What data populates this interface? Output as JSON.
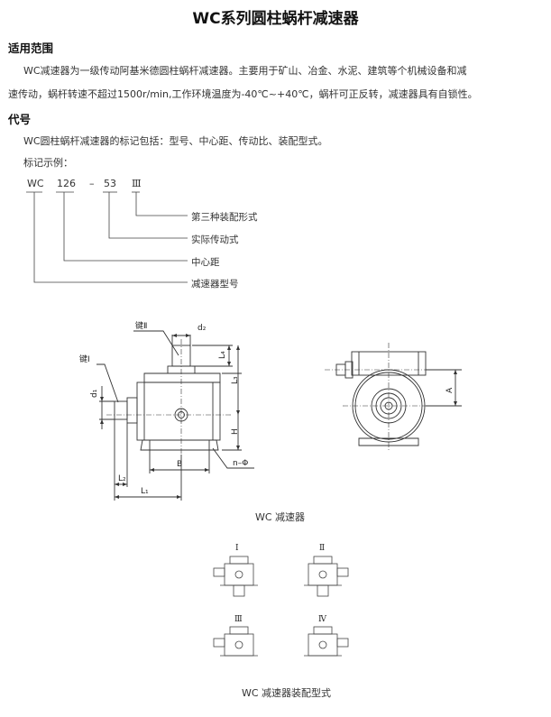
{
  "title": "WC系列圆柱蜗杆减速器",
  "section_scope": {
    "heading": "适用范围",
    "line1": "WC减速器为一级传动阿基米德圆柱蜗杆减速器。主要用于矿山、冶金、水泥、建筑等个机械设备和减",
    "line2": "速传动，蜗杆转速不超过1500r/min,工作环境温度为-40℃~+40℃，蜗杆可正反转，减速器具有自锁性。"
  },
  "section_code": {
    "heading": "代号",
    "line1": "WC圆柱蜗杆减速器的标记包括：型号、中心距、传动比、装配型式。",
    "line2": "标记示例："
  },
  "designation": {
    "parts": [
      "WC",
      "126",
      "–",
      "53",
      "Ⅲ"
    ],
    "annotations": [
      "第三种装配形式",
      "实际传动式",
      "中心距",
      "减速器型号"
    ]
  },
  "drawing_labels": {
    "key2": "键Ⅱ",
    "key1": "键Ⅰ",
    "d2": "d₂",
    "d1": "d₁",
    "L4": "L₄",
    "L3": "L₃",
    "H": "H",
    "B": "B",
    "n_phi": "n–Φ",
    "L2": "L₂",
    "L1": "L₁",
    "A": "A"
  },
  "caption_main": "WC 减速器",
  "assembly": {
    "labels": [
      "Ⅰ",
      "Ⅱ",
      "Ⅲ",
      "Ⅳ"
    ],
    "caption": "WC 减速器装配型式"
  }
}
